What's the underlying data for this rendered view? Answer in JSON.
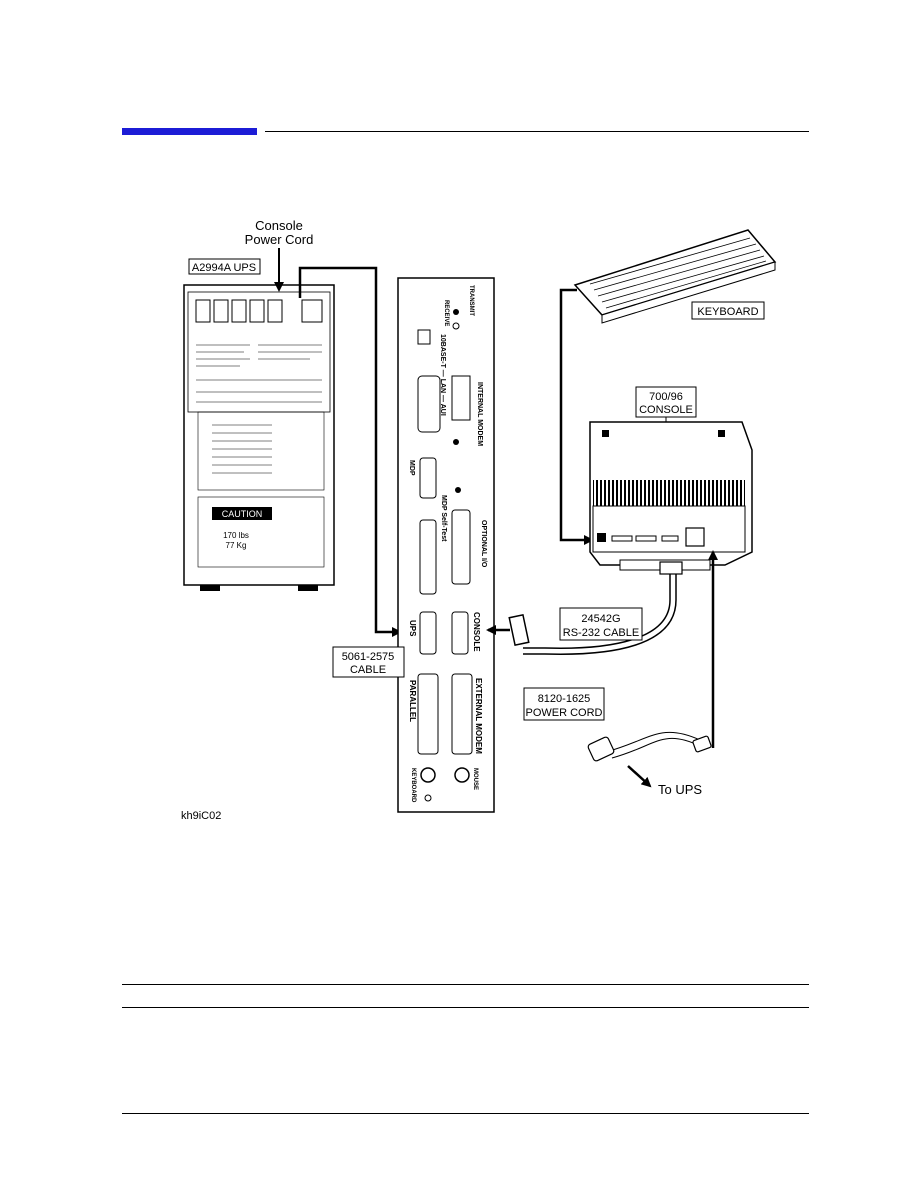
{
  "figure": {
    "console_power_cord_line1": "Console",
    "console_power_cord_line2": "Power Cord",
    "ups_label": "A2994A UPS",
    "keyboard_label": "KEYBOARD",
    "console_label_line1": "700/96",
    "console_label_line2": "CONSOLE",
    "rs232_label_line1": "24542G",
    "rs232_label_line2": "RS-232 CABLE",
    "ups_cable_label_line1": "5061-2575",
    "ups_cable_label_line2": "CABLE",
    "power_cord_label_line1": "8120-1625",
    "power_cord_label_line2": "POWER CORD",
    "to_ups": "To UPS",
    "figure_id": "kh9iC02",
    "caution_text": "CAUTION",
    "weight_text_1": "170 lbs",
    "weight_text_2": "77 Kg"
  },
  "panel_labels": {
    "lan_aui": "10BASE-T — LAN — AUI",
    "internal_modem": "INTERNAL MODEM",
    "mdp": "MDP",
    "mdp_self_test": "MDP Self-Test",
    "optional_io": "OPTIONAL I/O",
    "ups": "UPS",
    "console": "CONSOLE",
    "parallel": "PARALLEL",
    "external_modem": "EXTERNAL MODEM",
    "keyboard": "KEYBOARD",
    "mouse": "MOUSE",
    "transmit": "TRANSMIT",
    "receive": "RECEIVE"
  },
  "colors": {
    "accent": "#1c1cd6"
  }
}
